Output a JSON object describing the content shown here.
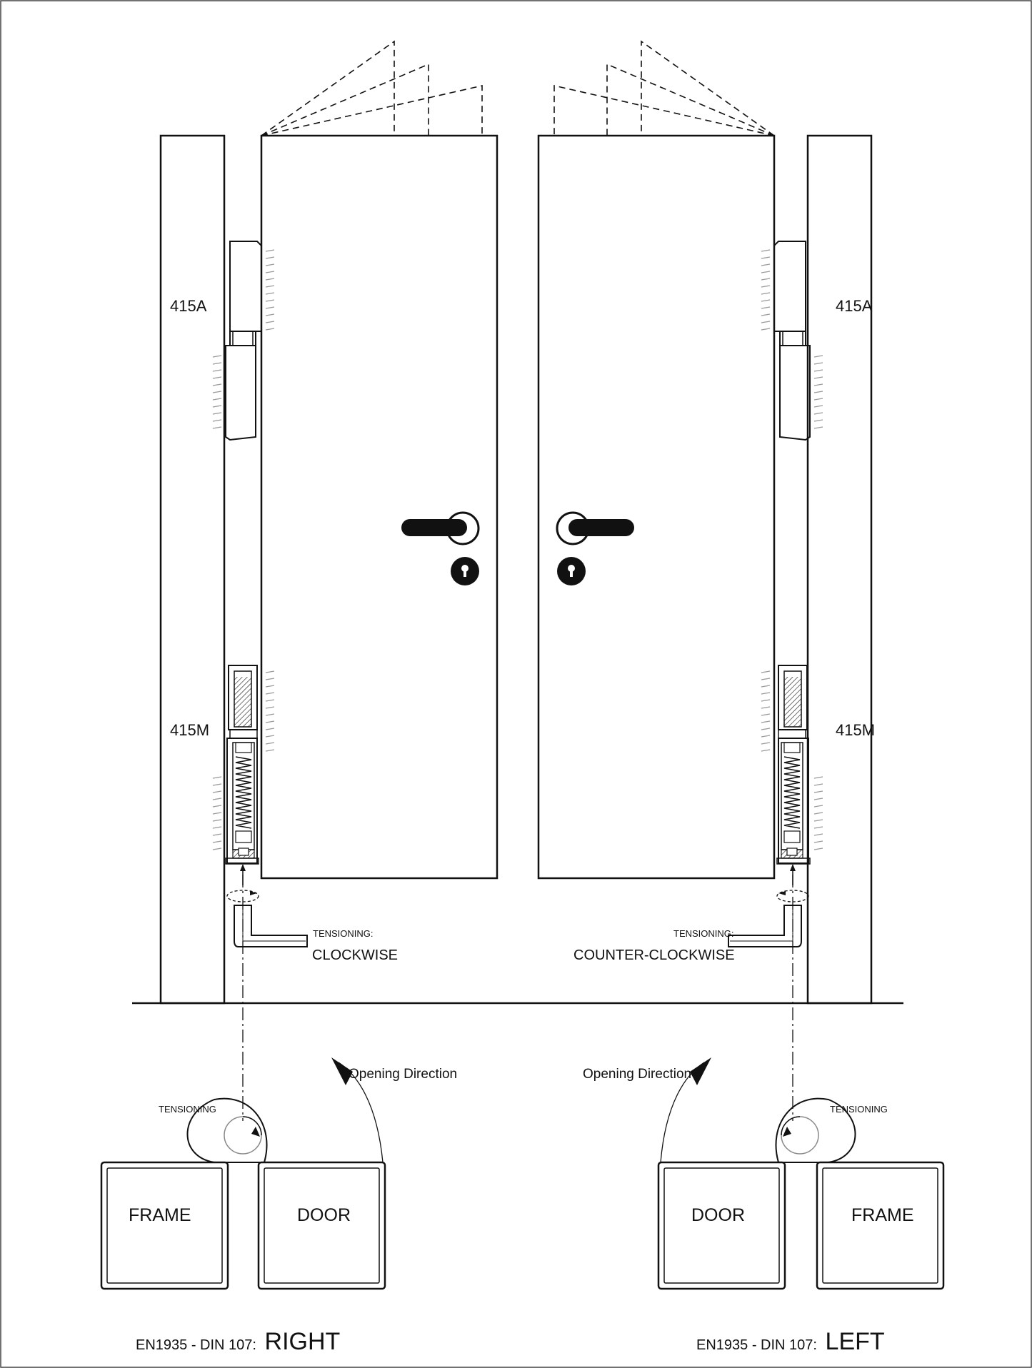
{
  "labels": {
    "hinge_upper": "415A",
    "hinge_lower": "415M",
    "tensioning_caption": "TENSIONING:",
    "clockwise": "CLOCKWISE",
    "counter_clockwise": "COUNTER-CLOCKWISE",
    "opening_direction": "Opening Direction",
    "tensioning": "TENSIONING",
    "frame": "FRAME",
    "door": "DOOR",
    "standard_prefix": "EN1935 - DIN 107:",
    "right": "RIGHT",
    "left": "LEFT"
  }
}
